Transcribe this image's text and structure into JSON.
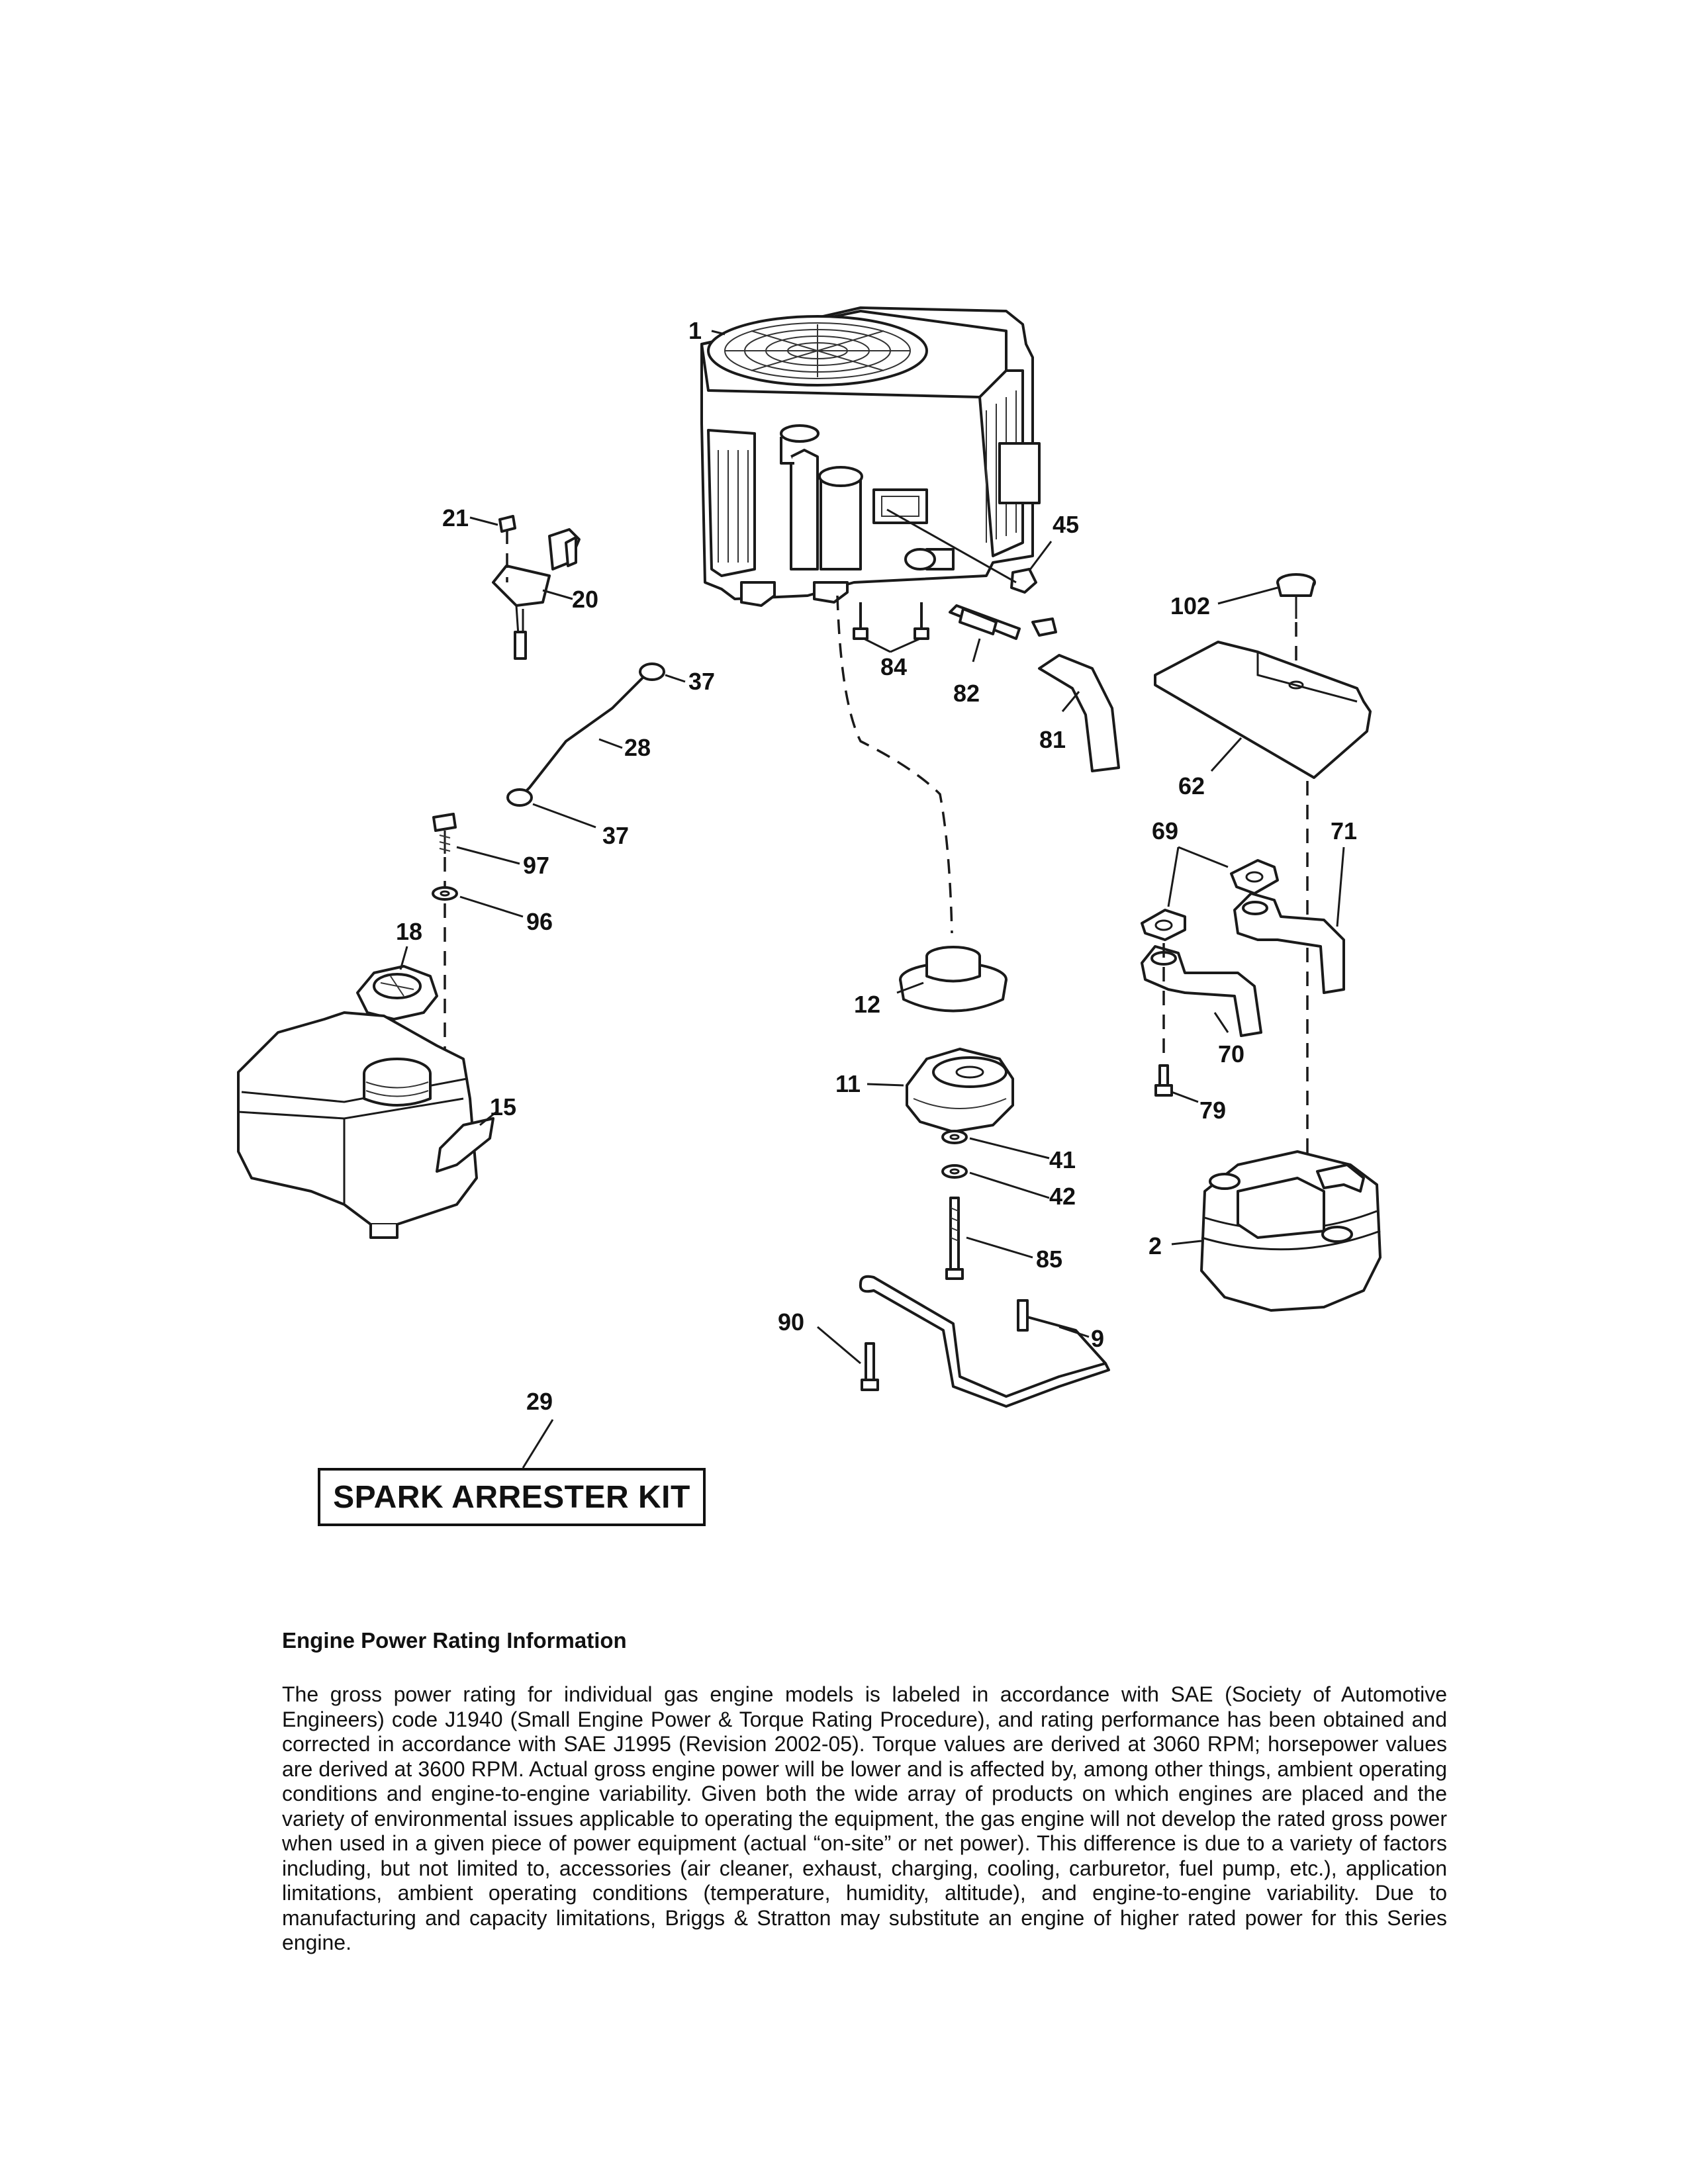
{
  "callouts": {
    "c1": "1",
    "c2": "2",
    "c9": "9",
    "c11": "11",
    "c12": "12",
    "c15": "15",
    "c18": "18",
    "c20": "20",
    "c21": "21",
    "c28": "28",
    "c29": "29",
    "c37a": "37",
    "c37b": "37",
    "c41": "41",
    "c42": "42",
    "c45": "45",
    "c62": "62",
    "c69": "69",
    "c70": "70",
    "c71": "71",
    "c79": "79",
    "c81": "81",
    "c82": "82",
    "c84": "84",
    "c85": "85",
    "c90": "90",
    "c96": "96",
    "c97": "97",
    "c102": "102"
  },
  "kit": {
    "label": "SPARK ARRESTER KIT"
  },
  "info": {
    "title": "Engine Power Rating Information",
    "body": "The gross power rating for individual gas engine models is labeled in accordance with SAE (Society of Automotive Engineers) code J1940 (Small Engine Power & Torque Rating Procedure), and rating performance has been obtained and corrected in accordance with SAE J1995 (Revision 2002-05). Torque values are derived at 3060 RPM; horsepower values are derived at 3600 RPM. Actual gross engine power will be lower and is affected by, among other things, ambient operating conditions and engine-to-engine variability. Given both the wide array of products on which engines are placed and the variety of environmental issues applicable to operating the equipment, the gas engine will not develop the rated gross power when used in a given piece of power equipment (actual “on-site” or net power). This difference is due to a variety of factors including, but not limited to, accessories (air cleaner, exhaust, charging, cooling, carburetor, fuel pump, etc.), application limitations, ambient operating conditions (temperature, humidity, altitude), and engine-to-engine variability. Due to manufacturing and capacity limitations, Briggs & Stratton may substitute an engine of higher rated power for this Series engine."
  }
}
